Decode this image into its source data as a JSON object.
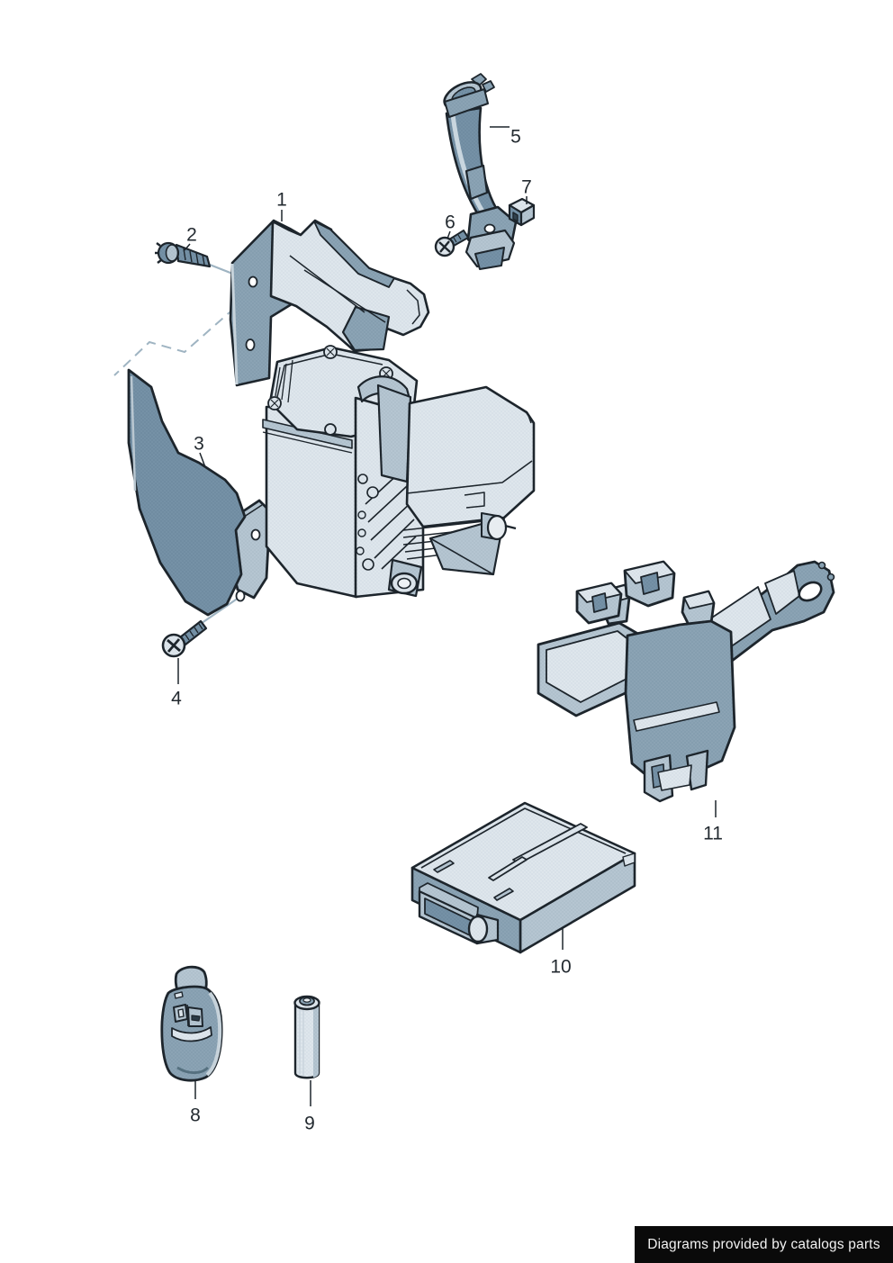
{
  "diagram": {
    "callouts": [
      {
        "number": "1"
      },
      {
        "number": "2"
      },
      {
        "number": "3"
      },
      {
        "number": "4"
      },
      {
        "number": "5"
      },
      {
        "number": "6"
      },
      {
        "number": "7"
      },
      {
        "number": "8"
      },
      {
        "number": "9"
      },
      {
        "number": "10"
      },
      {
        "number": "11"
      }
    ]
  },
  "footer": {
    "text": "Diagrams provided by catalogs parts"
  },
  "colors": {
    "background": "#ffffff",
    "outline": "#1d252c",
    "part_light": "#dee6ec",
    "part_mid": "#b5c5d1",
    "part_dark": "#8ba3b4",
    "part_darker": "#7591a6",
    "assembly_line": "#9fb4c2",
    "banner_background": "#0a0a0a",
    "banner_text": "#f2f2f2"
  }
}
